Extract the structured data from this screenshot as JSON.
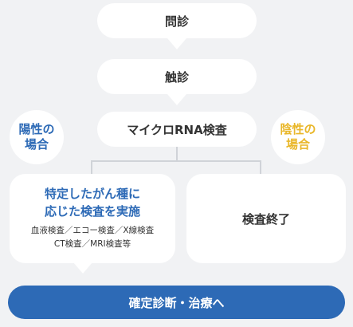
{
  "flow": {
    "step1": "問診",
    "step2": "触診",
    "step3": "マイクロRNA検査"
  },
  "results": {
    "positive": {
      "line1": "陽性の",
      "line2": "場合",
      "color": "#2d6ab6"
    },
    "negative": {
      "line1": "陰性の",
      "line2": "場合",
      "color": "#e9b72a"
    }
  },
  "positive_card": {
    "title_line1": "特定したがん種に",
    "title_line2": "応じた検査を実施",
    "sub_line1": "血液検査／エコー検査／X線検査",
    "sub_line2": "CT検査／MRI検査等"
  },
  "negative_card": {
    "label": "検査終了"
  },
  "final": {
    "label": "確定診断・治療へ"
  },
  "colors": {
    "accent_blue": "#2d6ab6",
    "accent_yellow": "#e9b72a",
    "background": "#f1f2f4"
  }
}
